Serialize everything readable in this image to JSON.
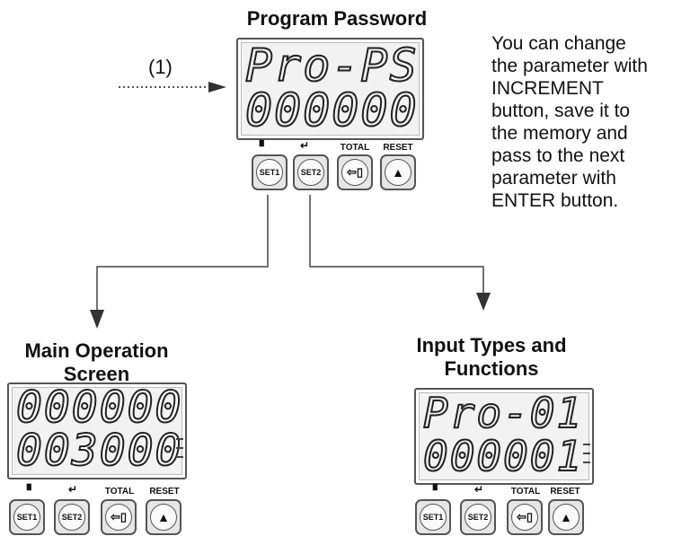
{
  "top": {
    "title": "Program Password",
    "arrow_label": "(1)",
    "display": {
      "line1": "Pro-PS",
      "line2": "000000"
    }
  },
  "note": [
    "You can change",
    "the parameter with",
    "INCREMENT",
    "button, save it to",
    "the memory and",
    "pass to the next",
    "parameter with",
    "ENTER button."
  ],
  "left": {
    "title_line1": "Main Operation",
    "title_line2": "Screen",
    "display": {
      "line1": "000000",
      "line2": "003000"
    }
  },
  "right": {
    "title_line1": "Input Types and",
    "title_line2": "Functions",
    "display": {
      "line1": "Pro-01",
      "line2": "000001"
    }
  },
  "buttons": {
    "set1": "SET1",
    "set2": "SET2",
    "total": "TOTAL",
    "reset": "RESET"
  }
}
